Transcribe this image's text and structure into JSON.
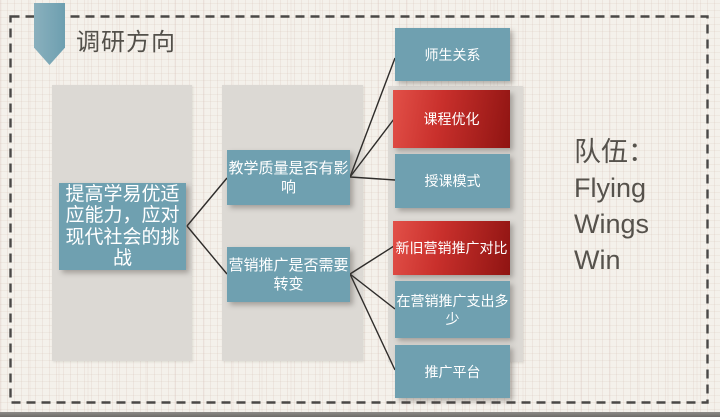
{
  "header": {
    "title": "调研方向"
  },
  "team": {
    "text": "队伍：\nFlying\nWings\nWin"
  },
  "diagram": {
    "root": {
      "text": "提高学易优适\n应能力，应对\n现代社会的挑\n战"
    },
    "questions": [
      {
        "text": "教学质量是否有影\n响"
      },
      {
        "text": "营销推广是否需要\n转变"
      }
    ],
    "topics": [
      {
        "text": "师生关系",
        "highlight": false
      },
      {
        "text": "课程优化",
        "highlight": true
      },
      {
        "text": "授课模式",
        "highlight": false
      },
      {
        "text": "新旧营销推广对比",
        "highlight": true
      },
      {
        "text": "在营销推广支出多\n少",
        "highlight": false
      },
      {
        "text": "推广平台",
        "highlight": false
      }
    ]
  },
  "colors": {
    "teal": "#6fa0b0",
    "highlight_red_start": "#e25048",
    "highlight_red_end": "#8f1412",
    "column_gray": "#dcd9d4",
    "text_dark": "#56524c",
    "background": "#f4f1eb"
  }
}
